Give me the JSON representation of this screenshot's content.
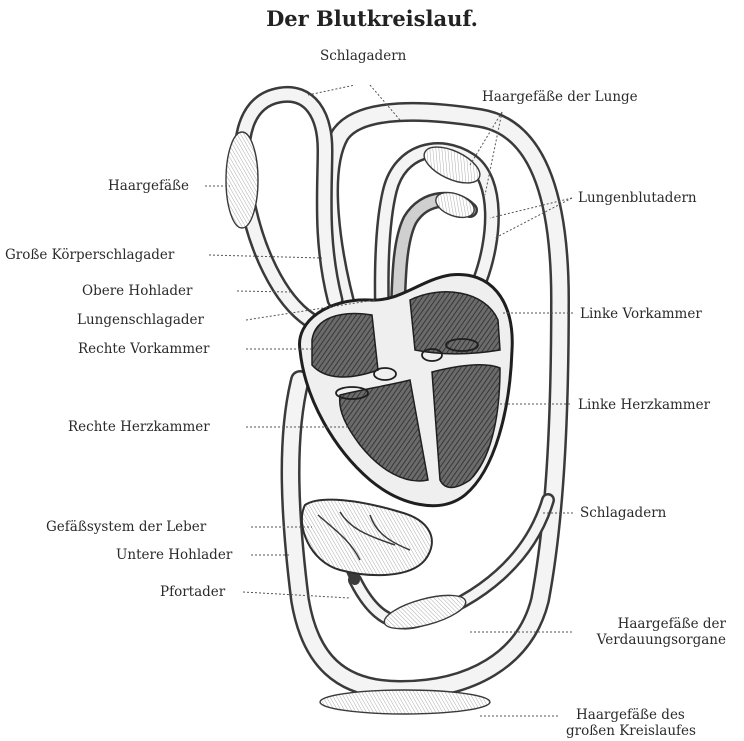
{
  "title": "Der Blutkreislauf.",
  "labels": {
    "schlagadern_top": "Schlagadern",
    "haargefaesse_lunge": "Haargefäße der Lunge",
    "haargefaesse": "Haargefäße",
    "lungenblutadern": "Lungenblutadern",
    "grosse_koerperschlagader": "Große Körperschlagader",
    "obere_hohlader": "Obere Hohlader",
    "lungenschlagader": "Lungenschlagader",
    "linke_vorkammer": "Linke Vorkammer",
    "rechte_vorkammer": "Rechte Vorkammer",
    "rechte_herzkammer": "Rechte Herzkammer",
    "linke_herzkammer": "Linke Herzkammer",
    "schlagadern_right": "Schlagadern",
    "gefaesssystem_leber": "Gefäßsystem der Leber",
    "untere_hohlader": "Untere Hohlader",
    "pfortader": "Pfortader",
    "haargefaesse_verdauung_1": "Haargefäße der",
    "haargefaesse_verdauung_2": "Verdauungsorgane",
    "haargefaesse_kreislauf_1": "Haargefäße des",
    "haargefaesse_kreislauf_2": "großen Kreislaufes"
  }
}
